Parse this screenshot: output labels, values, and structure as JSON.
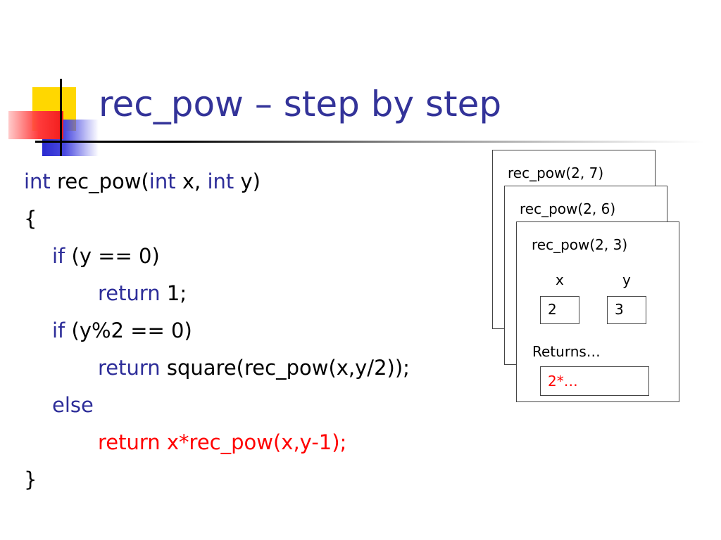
{
  "title": "rec_pow – step by step",
  "code": {
    "line1": {
      "kw1": "int",
      "t1": " rec_pow(",
      "kw2": "int",
      "t2": " x, ",
      "kw3": "int",
      "t3": " y)"
    },
    "line2": "{",
    "line3": {
      "kw": "if",
      "text": " (y == 0)"
    },
    "line4": {
      "kw": "return",
      "text": " 1;"
    },
    "line5": {
      "kw": "if",
      "text": " (y%2 == 0)"
    },
    "line6": {
      "kw": "return",
      "text": " square(rec_pow(x,y/2));"
    },
    "line7": {
      "kw": "else"
    },
    "line8": {
      "text": "return x*rec_pow(x,y-1);"
    },
    "line9": "}"
  },
  "frames": [
    {
      "label": "rec_pow(2, 7)"
    },
    {
      "label": "rec_pow(2, 6)"
    },
    {
      "label": "rec_pow(2, 3)",
      "var_x_label": "x",
      "var_y_label": "y",
      "var_x_value": "2",
      "var_y_value": "3",
      "returns_label": "Returns…",
      "returns_value": "2*…"
    }
  ],
  "colors": {
    "title": "#333399",
    "keyword": "#2d2d99",
    "highlight": "#ff0000",
    "deco_yellow": "#ffd700",
    "deco_blue": "#2a2ad0",
    "deco_red": "#f21c1c"
  }
}
